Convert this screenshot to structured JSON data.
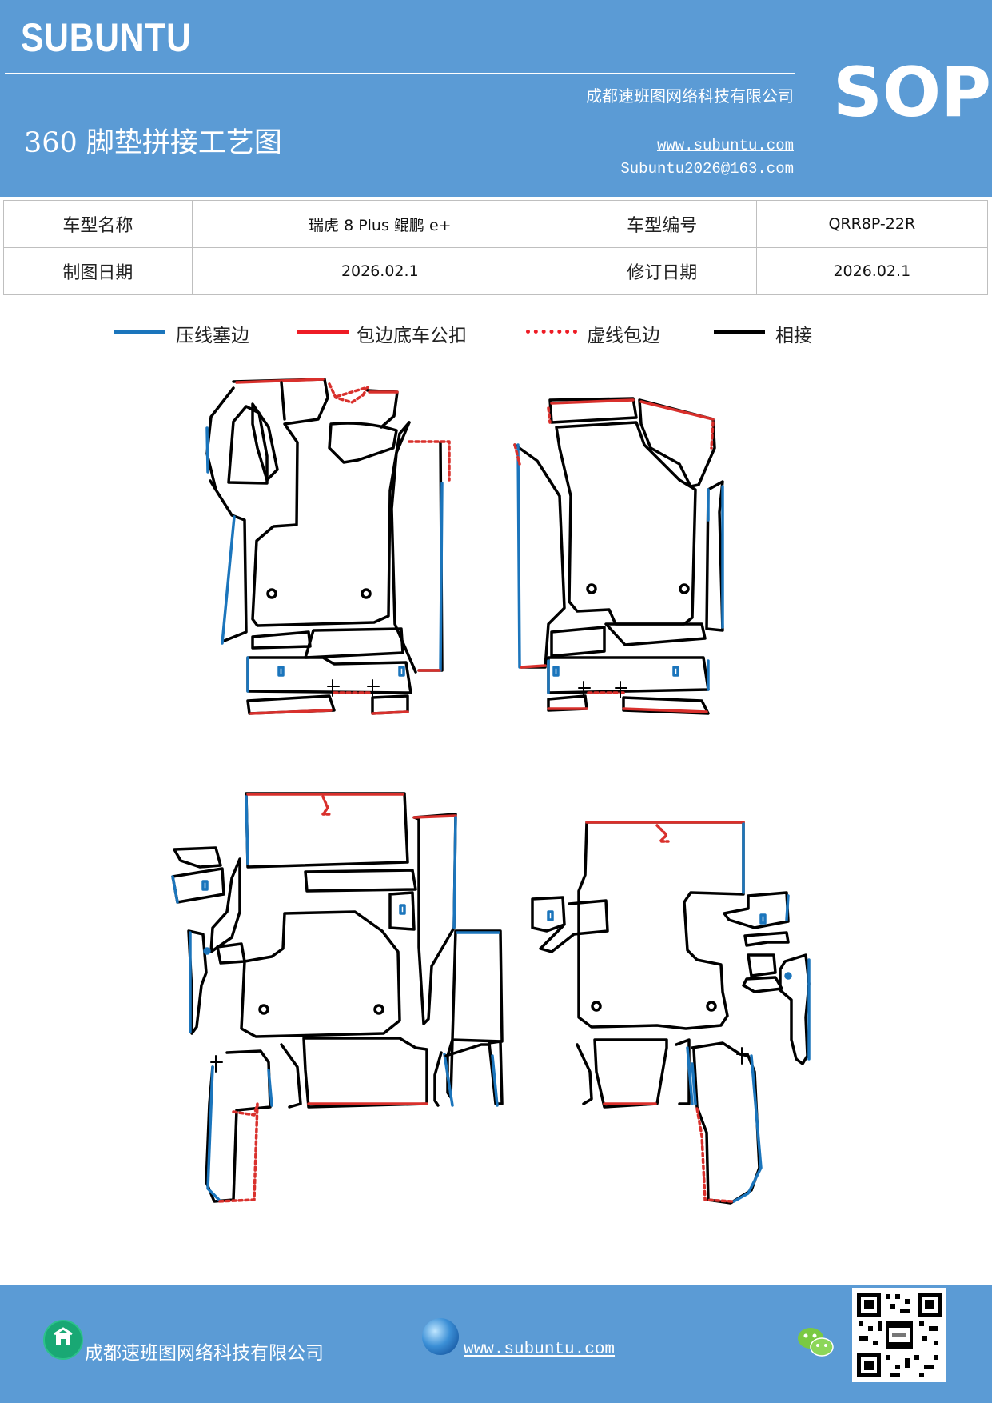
{
  "header": {
    "brand": "SUBUNTU",
    "company": "成都速班图网络科技有限公司",
    "title": "360 脚垫拼接工艺图",
    "url": "www.subuntu.com",
    "email": "Subuntu2026@163.com",
    "sop": "SOP"
  },
  "info": {
    "model_name_label": "车型名称",
    "model_name_value": "瑞虎 8 Plus  鲲鹏 e+",
    "model_code_label": "车型编号",
    "model_code_value": "QRR8P-22R",
    "draw_date_label": "制图日期",
    "draw_date_value": "2026.02.1",
    "revise_date_label": "修订日期",
    "revise_date_value": "2026.02.1"
  },
  "legend": [
    {
      "label": "压线塞边",
      "color": "#1b75bc",
      "style": "solid"
    },
    {
      "label": "包边底车公扣",
      "color": "#ee1c25",
      "style": "solid"
    },
    {
      "label": "虚线包边",
      "color": "#ee1c25",
      "style": "dotted"
    },
    {
      "label": "相接",
      "color": "#000000",
      "style": "solid"
    }
  ],
  "colors": {
    "header_bg": "#5b9bd5",
    "blue": "#1b75bc",
    "red": "#d9302c"
  },
  "footer": {
    "company": "成都速班图网络科技有限公司",
    "url": "www.subuntu.com",
    "icons": [
      "company-icon",
      "globe-icon",
      "wechat-icon",
      "qr-code"
    ]
  }
}
